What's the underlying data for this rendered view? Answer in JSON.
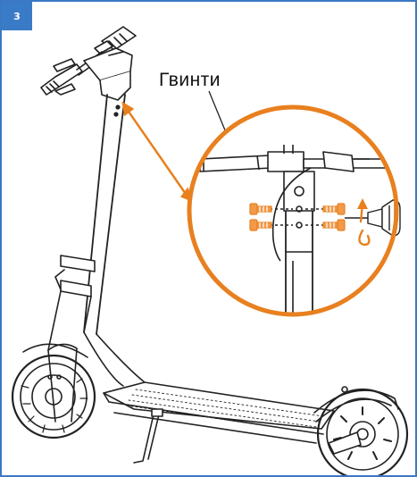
{
  "step": {
    "number": "3"
  },
  "callout": {
    "label": "Гвинти"
  },
  "icons": {
    "scooter": "electric-scooter-illustration",
    "magnifier": "zoom-detail-circle",
    "screws": "screw-icon",
    "screwdriver": "screwdriver-icon",
    "rotate": "rotate-arrow-icon"
  },
  "colors": {
    "badge": "#3a7bc8",
    "frame": "#3b78c3",
    "accent": "#e8801f",
    "line": "#222222"
  }
}
